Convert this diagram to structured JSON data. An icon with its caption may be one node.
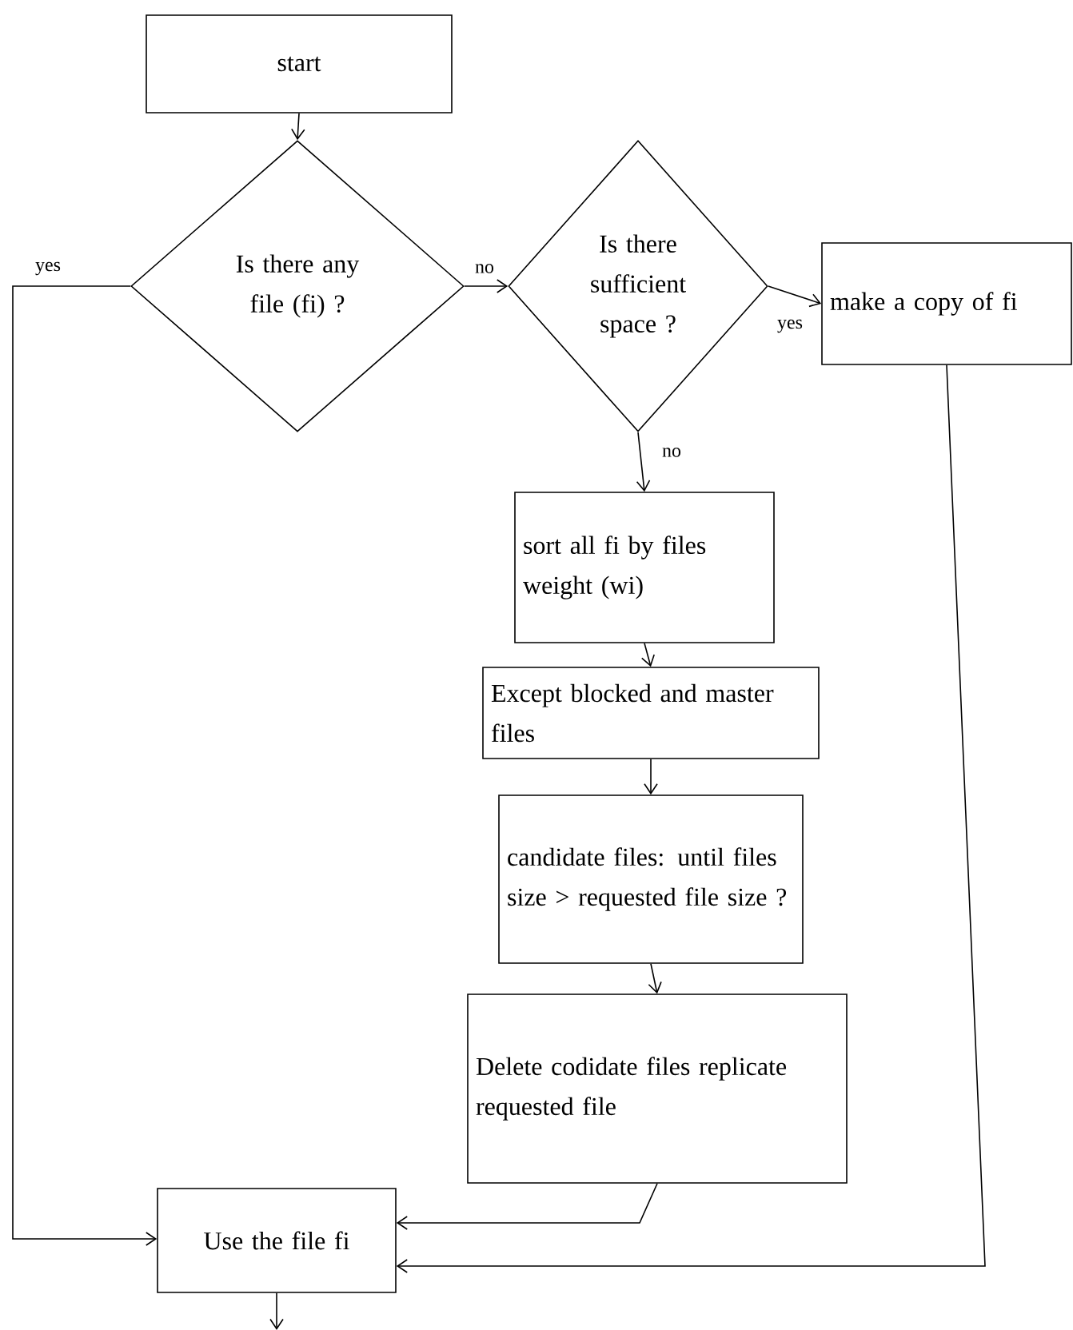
{
  "diagram": {
    "nodes": [
      {
        "text": [
          "start"
        ]
      },
      {
        "text": [
          "Is there any file (fi) ?"
        ]
      },
      {
        "text": [
          "Is there sufficient space ?"
        ]
      },
      {
        "text": [
          "make a copy of fi"
        ]
      },
      {
        "text": [
          "sort all fi by files weight (wi)"
        ]
      },
      {
        "text": [
          "Except blocked and master files"
        ]
      },
      {
        "text": [
          "candidate files: until files size > requested file size ?"
        ]
      },
      {
        "text": [
          "Delete codidate files replicate requested file"
        ]
      },
      {
        "text": [
          "Use the file fi"
        ]
      }
    ],
    "edges": [
      {
        "from": 0,
        "to": 1,
        "arrow": "to"
      },
      {
        "from": 1,
        "to": 8,
        "arrow": "to",
        "label": "yes"
      },
      {
        "from": 1,
        "to": 2,
        "arrow": "to",
        "label": "no"
      },
      {
        "from": 2,
        "to": 3,
        "arrow": "to",
        "label": "yes"
      },
      {
        "from": 2,
        "to": 4,
        "arrow": "to",
        "label": "no"
      },
      {
        "from": 4,
        "to": 5,
        "arrow": "to"
      },
      {
        "from": 5,
        "to": 6,
        "arrow": "to"
      },
      {
        "from": 6,
        "to": 7,
        "arrow": "to"
      },
      {
        "from": 7,
        "to": 8,
        "arrow": "to"
      },
      {
        "from": 3,
        "to": 8,
        "arrow": "to"
      },
      {
        "from": 8,
        "to": null,
        "arrow": "to"
      }
    ]
  }
}
